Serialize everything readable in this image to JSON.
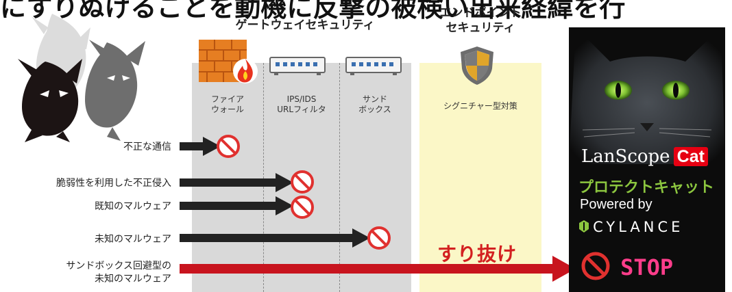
{
  "heading": "にすりぬけることを動機に反撃の被検い出来経緯を行",
  "gateway_title": "ゲートウェイセキュリティ",
  "endpoint_title": "エンドポイント\nセキュリティ",
  "columns": [
    {
      "label": "ファイア\nウォール",
      "icon": "firewall-icon"
    },
    {
      "label": "IPS/IDS\nURLフィルタ",
      "icon": "network-appliance-icon"
    },
    {
      "label": "サンド\nボックス",
      "icon": "network-appliance-icon"
    },
    {
      "label": "シグニチャー型対策",
      "icon": "shield-icon"
    }
  ],
  "threats": [
    {
      "label": "不正な通信",
      "blocked_at": "ファイア\nウォール"
    },
    {
      "label": "脆弱性を利用した不正侵入",
      "blocked_at": "IPS/IDS\nURLフィルタ"
    },
    {
      "label": "既知のマルウェア",
      "blocked_at": "IPS/IDS\nURLフィルタ"
    },
    {
      "label": "未知のマルウェア",
      "blocked_at": "サンド\nボックス"
    },
    {
      "label": "サンドボックス回避型の\n未知のマルウェア",
      "blocked_at": "LanScope Cat"
    }
  ],
  "bypass_label": "すり抜け",
  "product": {
    "brand": "LanScope",
    "brand_badge": "Cat",
    "product_name": "プロテクトキャット",
    "powered_by": "Powered by",
    "partner": "CYLANCE",
    "stop_label": "STOP"
  },
  "colors": {
    "gateway_bg": "#d9d9d9",
    "endpoint_bg": "#fbf7c7",
    "arrow": "#222222",
    "bypass_arrow": "#c8141e",
    "block_sign": "#e0312f",
    "accent_green": "#8cc63f",
    "stop_pink": "#ff3d8b"
  }
}
